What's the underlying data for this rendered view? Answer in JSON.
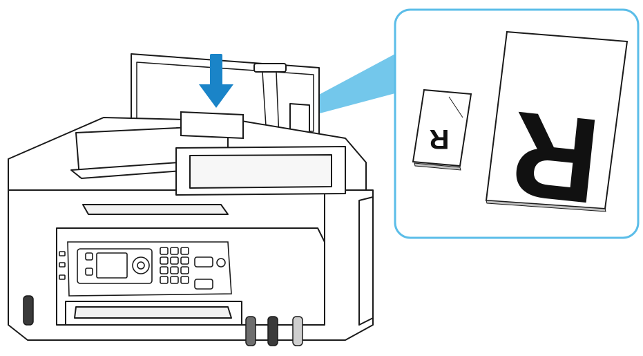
{
  "illustration": {
    "subject": "printer-loading-paper-rear-tray",
    "colors": {
      "outline": "#1a1a1a",
      "body": "#ffffff",
      "panel": "#f2f2f2",
      "callout_border": "#5bbde8",
      "callout_beam": "#5bbde8",
      "arrow": "#1a84c8",
      "ink_dark": "#3a3a3a",
      "ink_mid": "#6e6e6e",
      "ink_light": "#cfcfcf"
    }
  },
  "callout": {
    "small_paper_letter": "R",
    "large_paper_letter": "R"
  }
}
